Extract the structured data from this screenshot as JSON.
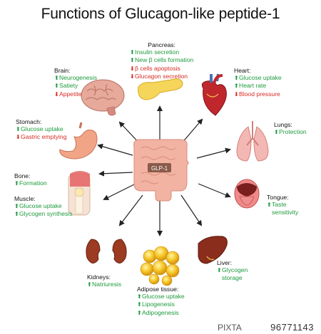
{
  "title": "Functions of Glucagon-like peptide-1",
  "center_label": "GLP-1",
  "blocks": {
    "pancreas": {
      "head": "Pancreas:",
      "items": [
        {
          "dir": "up",
          "text": "Insulin secretion"
        },
        {
          "dir": "up",
          "text": "New β cells formation"
        },
        {
          "dir": "down",
          "text": "β cells apoptosis"
        },
        {
          "dir": "down",
          "text": "Glucagon secretion"
        }
      ]
    },
    "brain": {
      "head": "Brain:",
      "items": [
        {
          "dir": "up",
          "text": "Neurogenesis"
        },
        {
          "dir": "up",
          "text": "Satiety"
        },
        {
          "dir": "down",
          "text": "Appetite"
        }
      ]
    },
    "heart": {
      "head": "Heart:",
      "items": [
        {
          "dir": "up",
          "text": "Glucose uptake"
        },
        {
          "dir": "up",
          "text": "Heart rate"
        },
        {
          "dir": "down",
          "text": "Blood pressure"
        }
      ]
    },
    "stomach": {
      "head": "Stomach:",
      "items": [
        {
          "dir": "up",
          "text": "Glucose uptake"
        },
        {
          "dir": "down",
          "text": "Gastric emptying"
        }
      ]
    },
    "lungs": {
      "head": "Lungs:",
      "items": [
        {
          "dir": "up",
          "text": "Protection"
        }
      ]
    },
    "bone": {
      "head": "Bone:",
      "items": [
        {
          "dir": "up",
          "text": "Formation"
        }
      ]
    },
    "muscle": {
      "head": "Muscle:",
      "items": [
        {
          "dir": "up",
          "text": "Glucose uptake"
        },
        {
          "dir": "up",
          "text": "Glycogen synthesis"
        }
      ]
    },
    "tongue": {
      "head": "Tongue:",
      "items": [
        {
          "dir": "up",
          "text": "Taste"
        },
        {
          "dir": "none",
          "text": "sensitivity"
        }
      ]
    },
    "kidneys": {
      "head": "Kidneys:",
      "items": [
        {
          "dir": "up",
          "text": "Natriuresis"
        }
      ]
    },
    "adipose": {
      "head": "Adipose tissue:",
      "items": [
        {
          "dir": "up",
          "text": "Glucose uptake"
        },
        {
          "dir": "up",
          "text": "Lipogenesis"
        },
        {
          "dir": "up",
          "text": "Adipogenesis"
        }
      ]
    },
    "liver": {
      "head": "Liver:",
      "items": [
        {
          "dir": "up",
          "text": "Glycogen"
        },
        {
          "dir": "none",
          "text": "storage"
        }
      ]
    }
  },
  "arrow_up_glyph": "⬆",
  "arrow_down_glyph": "⬇",
  "colors": {
    "increase": "#1c9a3c",
    "decrease": "#d62b24",
    "arrows": "#222222",
    "intestine": "#f2b3a3"
  },
  "footer": {
    "brand": "PIXTA",
    "image_id": "96771143"
  }
}
